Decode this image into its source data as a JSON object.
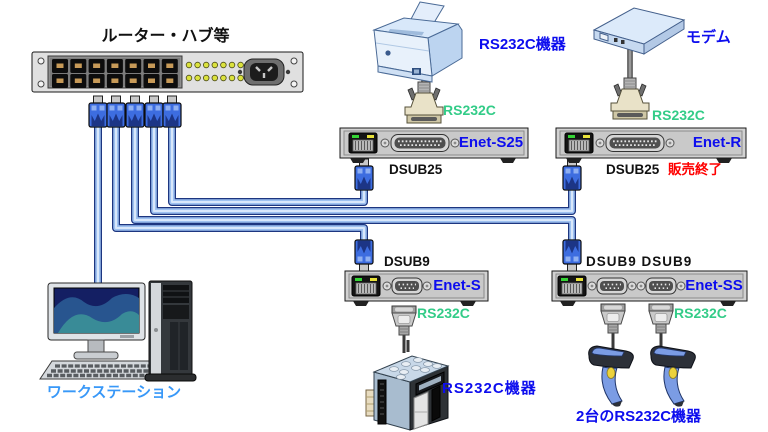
{
  "colors": {
    "label_blue": "#0d0dee",
    "label_light_blue": "#3898f8",
    "label_green": "#33cc88",
    "label_red": "#ff0000",
    "label_black": "#111111",
    "cable_blue": "#9ec1f0"
  },
  "hub": {
    "label": "ルーター・ハブ等"
  },
  "top_devices": {
    "printer": {
      "label": "RS232C機器",
      "connector": "RS232C"
    },
    "modem": {
      "label": "モデム",
      "connector": "RS232C"
    }
  },
  "servers": {
    "enet_s25": {
      "name": "Enet-S25",
      "port": "DSUB25"
    },
    "enet_r": {
      "name": "Enet-R",
      "port": "DSUB25",
      "status": "販売終了"
    },
    "enet_s": {
      "name": "Enet-S",
      "port": "DSUB9",
      "connector": "RS232C"
    },
    "enet_ss": {
      "name": "Enet-SS",
      "port": "DSUB9 DSUB9",
      "connector": "RS232C"
    }
  },
  "bottom_devices": {
    "workstation": {
      "label": "ワークステーション"
    },
    "plc": {
      "label": "RS232C機器"
    },
    "scanners": {
      "label": "2台のRS232C機器"
    }
  }
}
